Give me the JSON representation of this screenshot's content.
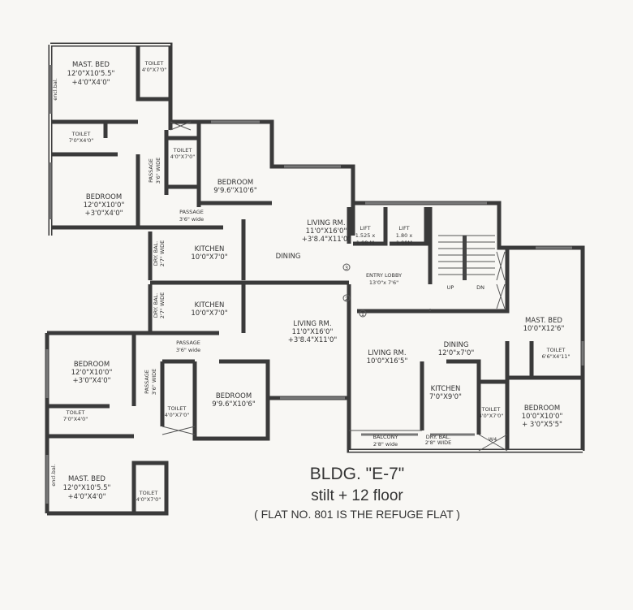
{
  "rooms": [
    {
      "id": "tl-mast-bed",
      "lines": [
        "MAST. BED",
        "12'0\"X10'5.5\"",
        "+4'0\"X4'0\""
      ]
    },
    {
      "id": "tl-toilet-1",
      "lines": [
        "TOILET",
        "4'0\"X7'0\""
      ]
    },
    {
      "id": "tl-encl-bal",
      "lines": [
        "encl.bal."
      ]
    },
    {
      "id": "tl-toilet-2",
      "lines": [
        "TOILET",
        "7'0\"X4'0\""
      ]
    },
    {
      "id": "tl-toilet-3",
      "lines": [
        "TOILET",
        "4'0\"X7'0\""
      ]
    },
    {
      "id": "tl-bedroom-1",
      "lines": [
        "BEDROOM",
        "12'0\"X10'0\"",
        "+3'0\"X4'0\""
      ]
    },
    {
      "id": "tl-passage-v",
      "lines": [
        "PASSAGE",
        "3'6\" WIDE"
      ]
    },
    {
      "id": "tl-bedroom-2",
      "lines": [
        "BEDROOM",
        "9'9.6\"X10'6\""
      ]
    },
    {
      "id": "tl-passage-h",
      "lines": [
        "PASSAGE",
        "3'6\" wide"
      ]
    },
    {
      "id": "tl-living",
      "lines": [
        "LIVING RM.",
        "11'0\"X16'0\"",
        "+3'8.4\"X11'0\""
      ]
    },
    {
      "id": "tl-dining",
      "lines": [
        "DINING"
      ]
    },
    {
      "id": "tl-kitchen",
      "lines": [
        "KITCHEN",
        "10'0\"X7'0\""
      ]
    },
    {
      "id": "tl-dry-bal",
      "lines": [
        "DRY. BAL.",
        "2'7\" WIDE"
      ]
    },
    {
      "id": "bl-kitchen",
      "lines": [
        "KITCHEN",
        "10'0\"X7'0\""
      ]
    },
    {
      "id": "bl-dry-bal",
      "lines": [
        "DRY. BAL.",
        "2'7\" WIDE"
      ]
    },
    {
      "id": "bl-living",
      "lines": [
        "LIVING RM.",
        "11'0\"X16'0\"",
        "+3'8.4\"X11'0\""
      ]
    },
    {
      "id": "bl-passage-h",
      "lines": [
        "PASSAGE",
        "3'6\" wide"
      ]
    },
    {
      "id": "bl-bedroom-1",
      "lines": [
        "BEDROOM",
        "12'0\"X10'0\"",
        "+3'0\"X4'0\""
      ]
    },
    {
      "id": "bl-passage-v",
      "lines": [
        "PASSAGE",
        "3'6\" WIDE"
      ]
    },
    {
      "id": "bl-toilet-1",
      "lines": [
        "TOILET",
        "4'0\"X7'0\""
      ]
    },
    {
      "id": "bl-bedroom-2",
      "lines": [
        "BEDROOM",
        "9'9.6\"X10'6\""
      ]
    },
    {
      "id": "bl-toilet-2",
      "lines": [
        "TOILET",
        "7'0\"X4'0\""
      ]
    },
    {
      "id": "bl-mast-bed",
      "lines": [
        "MAST. BED",
        "12'0\"X10'5.5\"",
        "+4'0\"X4'0\""
      ]
    },
    {
      "id": "bl-toilet-3",
      "lines": [
        "TOILET",
        "4'0\"X7'0\""
      ]
    },
    {
      "id": "bl-encl-bal",
      "lines": [
        "encl.bal."
      ]
    },
    {
      "id": "lift-1",
      "lines": [
        "LIFT",
        "1.525 x",
        "1.98 M"
      ]
    },
    {
      "id": "lift-2",
      "lines": [
        "LIFT",
        "1.80 x",
        "1.98M"
      ]
    },
    {
      "id": "entry-lobby",
      "lines": [
        "ENTRY LOBBY",
        "13'0\"x 7'6\""
      ]
    },
    {
      "id": "r-mast-bed",
      "lines": [
        "MAST. BED",
        "10'0\"X12'6\""
      ]
    },
    {
      "id": "r-toilet-1",
      "lines": [
        "TOILET",
        "6'6\"X4'11\""
      ]
    },
    {
      "id": "r-dining",
      "lines": [
        "DINING",
        "12'0\"x7'0\""
      ]
    },
    {
      "id": "r-living",
      "lines": [
        "LIVING RM.",
        "10'0\"X16'5\""
      ]
    },
    {
      "id": "r-kitchen",
      "lines": [
        "KITCHEN",
        "7'0\"X9'0\""
      ]
    },
    {
      "id": "r-toilet-2",
      "lines": [
        "TOILET",
        "4'0\"X7'0\""
      ]
    },
    {
      "id": "r-bedroom",
      "lines": [
        "BEDROOM",
        "10'0\"X10'0\"",
        "+ 3'0\"X5'5\""
      ]
    },
    {
      "id": "r-balcony",
      "lines": [
        "BALCONY",
        "2'8\"  wide"
      ]
    },
    {
      "id": "r-dry-bal",
      "lines": [
        "DRY. BAL.",
        "2'8\" WIDE"
      ]
    }
  ],
  "stairs": {
    "up": "UP",
    "dn": "DN"
  },
  "markers": {
    "w4": "W4",
    "flat1": "1",
    "flat2": "2",
    "flat3": "3"
  },
  "title": {
    "building": "BLDG. \"E-7\"",
    "floors": "stilt + 12 floor",
    "note": "( FLAT NO. 801 IS THE REFUGE FLAT )"
  }
}
